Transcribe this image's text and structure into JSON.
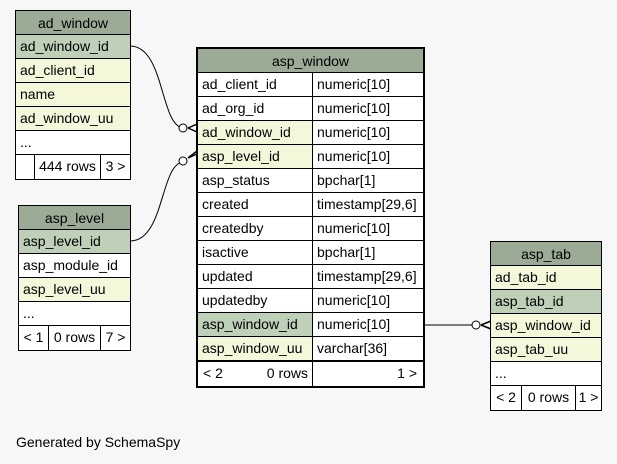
{
  "tables": {
    "ad_window": {
      "name": "ad_window",
      "columns": [
        "ad_window_id",
        "ad_client_id",
        "name",
        "ad_window_uu",
        "..."
      ],
      "footer": [
        "",
        "444 rows",
        "3 >"
      ]
    },
    "asp_level": {
      "name": "asp_level",
      "columns": [
        "asp_level_id",
        "asp_module_id",
        "asp_level_uu",
        "..."
      ],
      "footer": [
        "< 1",
        "0 rows",
        "7 >"
      ]
    },
    "asp_window": {
      "name": "asp_window",
      "columns": [
        {
          "name": "ad_client_id",
          "type": "numeric[10]"
        },
        {
          "name": "ad_org_id",
          "type": "numeric[10]"
        },
        {
          "name": "ad_window_id",
          "type": "numeric[10]"
        },
        {
          "name": "asp_level_id",
          "type": "numeric[10]"
        },
        {
          "name": "asp_status",
          "type": "bpchar[1]"
        },
        {
          "name": "created",
          "type": "timestamp[29,6]"
        },
        {
          "name": "createdby",
          "type": "numeric[10]"
        },
        {
          "name": "isactive",
          "type": "bpchar[1]"
        },
        {
          "name": "updated",
          "type": "timestamp[29,6]"
        },
        {
          "name": "updatedby",
          "type": "numeric[10]"
        },
        {
          "name": "asp_window_id",
          "type": "numeric[10]"
        },
        {
          "name": "asp_window_uu",
          "type": "varchar[36]"
        }
      ],
      "footer": [
        "< 2",
        "0 rows",
        "1 >"
      ]
    },
    "asp_tab": {
      "name": "asp_tab",
      "columns": [
        "ad_tab_id",
        "asp_tab_id",
        "asp_window_id",
        "asp_tab_uu",
        "..."
      ],
      "footer": [
        "< 2",
        "0 rows",
        "1 >"
      ]
    }
  },
  "credit": "Generated by SchemaSpy"
}
